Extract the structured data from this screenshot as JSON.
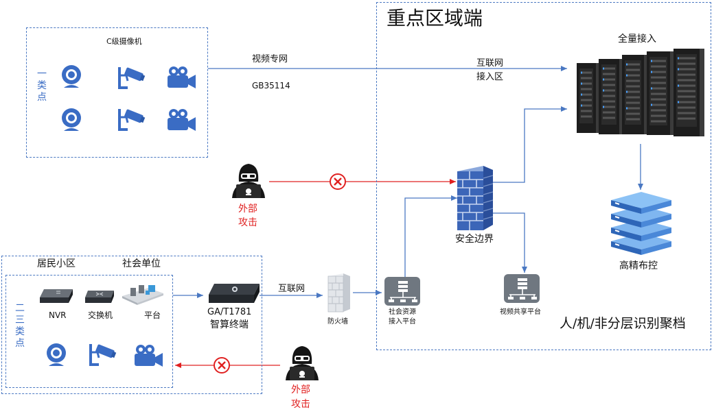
{
  "zone": {
    "title": "重点区域端",
    "bottom_caption": "人/机/非分层识别聚档"
  },
  "class1": {
    "camera_title": "C级摄像机",
    "side_label": [
      "一",
      "类",
      "点"
    ]
  },
  "link_top": {
    "label": "视频专网",
    "protocol": "GB35114",
    "internet_area_1": "互联网",
    "internet_area_2": "接入区"
  },
  "servers": {
    "label": "全量接入"
  },
  "precision": {
    "label": "高精布控"
  },
  "attack_top": {
    "label_1": "外部",
    "label_2": "攻击"
  },
  "attack_bottom": {
    "label_1": "外部",
    "label_2": "攻击"
  },
  "security": {
    "label": "安全边界"
  },
  "class23": {
    "residential": "居民小区",
    "social_unit": "社会单位",
    "side_label": [
      "二",
      "三",
      "类",
      "点"
    ],
    "devices": {
      "nvr": "NVR",
      "switch": "交换机",
      "platform": "平台"
    }
  },
  "edge_terminal": {
    "label_1": "GA/T1781",
    "label_2": "智算终端"
  },
  "link_bottom": {
    "label": "互联网"
  },
  "firewall": {
    "label": "防火墙"
  },
  "social_platform": {
    "label_1": "社会资源",
    "label_2": "接入平台"
  },
  "video_share": {
    "label": "视频共享平台"
  },
  "colors": {
    "accent": "#3a6cc4",
    "attack": "#e02020",
    "border": "#4a78c2"
  }
}
